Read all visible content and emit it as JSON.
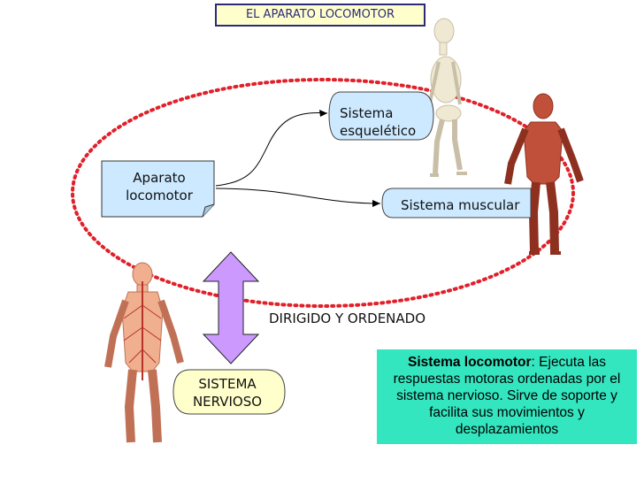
{
  "title": "EL APARATO LOCOMOTOR",
  "nodes": {
    "aparato_line1": "Aparato",
    "aparato_line2": "locomotor",
    "esqueletico_line1": "Sistema",
    "esqueletico_line2": "esquelético",
    "muscular": "Sistema muscular",
    "nervioso_line1": "SISTEMA",
    "nervioso_line2": "NERVIOSO"
  },
  "arrow_label": "DIRIGIDO Y ORDENADO",
  "info": {
    "term": "Sistema locomotor",
    "definition": ": Ejecuta las respuestas motoras ordenadas por el sistema nervioso. Sirve de soporte y facilita sus movimientos y desplazamientos"
  },
  "colors": {
    "ellipse": "#e0202a",
    "title_bg": "#ffffcc",
    "info_bg": "#33e6c0",
    "node_bg": "#cce9ff",
    "double_arrow": "#cc99ff"
  },
  "images": [
    "skeleton-figure",
    "muscle-figure",
    "nervous-system-figure"
  ]
}
